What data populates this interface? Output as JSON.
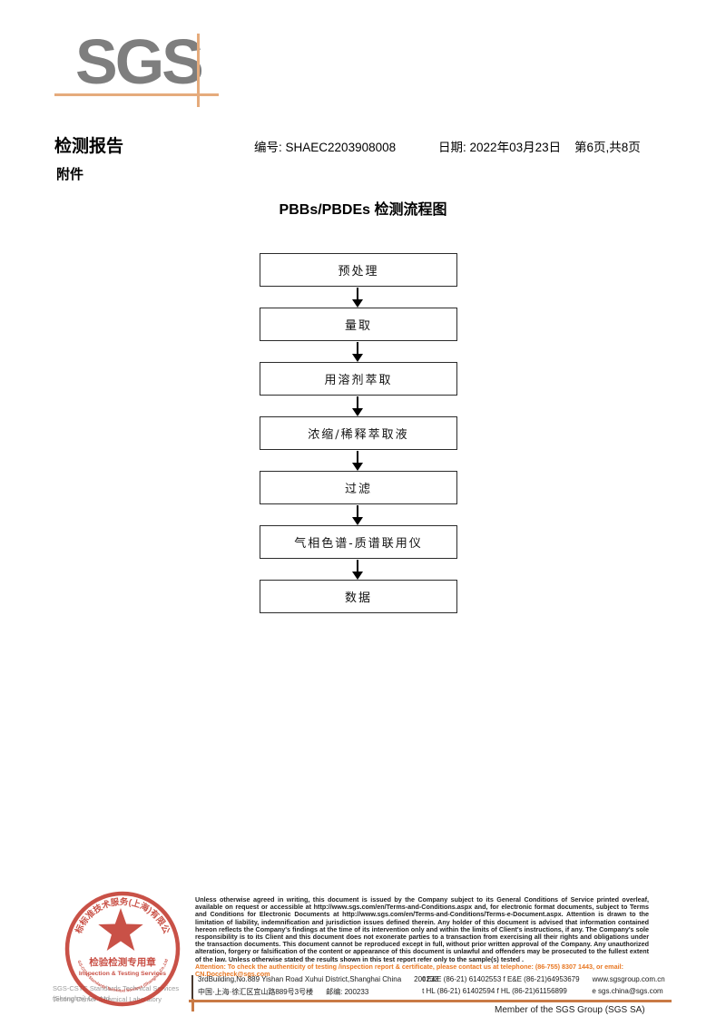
{
  "logo": {
    "text": "SGS"
  },
  "header": {
    "report_title": "检测报告",
    "no_label": "编号:",
    "no_value": "SHAEC2203908008",
    "date_label": "日期:",
    "date_value": "2022年03月23日",
    "page_info": "第6页,共8页",
    "attachment_label": "附件"
  },
  "flowchart": {
    "title": "PBBs/PBDEs 检测流程图",
    "steps": [
      "预处理",
      "量取",
      "用溶剂萃取",
      "浓缩/稀释萃取液",
      "过滤",
      "气相色谱-质谱联用仪",
      "数据"
    ]
  },
  "stamp": {
    "ring_text_cn": "通标标准技术服务(上海)有限公司",
    "ring_text_en": "SGS-CSTC Standards Technical Services (Shanghai) Co.,Ltd.",
    "label_cn": "检验检测专用章",
    "label_en": "Inspection & Testing Services",
    "company_gray_line1": "SGS-CSTC Standards Technical Services (Shanghai) Co.,Ltd.",
    "company_gray_line2": "Testing Center-Chemical Laboratory"
  },
  "footer": {
    "legal_text": "Unless otherwise agreed in writing, this document is issued by the Company subject to its General Conditions of Service printed overleaf, available on request or accessible at http://www.sgs.com/en/Terms-and-Conditions.aspx and, for electronic format documents, subject to Terms and Conditions for Electronic Documents at http://www.sgs.com/en/Terms-and-Conditions/Terms-e-Document.aspx. Attention is drawn to the limitation of liability, indemnification and jurisdiction issues defined therein. Any holder of this document is advised that information contained hereon reflects the Company's findings at the time of its intervention only and within the limits of Client's instructions, if any. The Company's sole responsibility is to its Client and this document does not exonerate parties to a transaction from exercising all their rights and obligations under the transaction documents. This document cannot be reproduced except in full, without prior written approval of the Company. Any unauthorized alteration, forgery or falsification of the content or appearance of this document is unlawful and offenders may be prosecuted to the fullest extent of the law. Unless otherwise stated the results shown in this test report refer only to the sample(s) tested .",
    "attention_text": "Attention: To check the authenticity of testing /inspection report & certificate, please contact us at telephone: (86-755) 8307 1443, or email: CN.Doccheck@sgs.com",
    "address_en": "3rdBuilding,No.889 Yishan Road Xuhui District,Shanghai China",
    "postcode_en": "200233",
    "phones_row1": "t E&E (86-21) 61402553  f E&E (86-21)64953679",
    "web": "www.sgsgroup.com.cn",
    "address_cn": "中国·上海·徐汇区宜山路889号3号楼",
    "postcode_label_cn": "邮编: 200233",
    "phones_row2": "t HL (86-21) 61402594   f HL (86-21)61156899",
    "email": "e sgs.china@sgs.com",
    "member_text": "Member of the SGS Group (SGS SA)"
  },
  "colors": {
    "accent_orange": "#e87722",
    "line_orange": "#e5ab7c",
    "footer_line_orange": "#c97a45",
    "stamp_red": "#c23a2e",
    "logo_gray": "#7e7e7e"
  }
}
